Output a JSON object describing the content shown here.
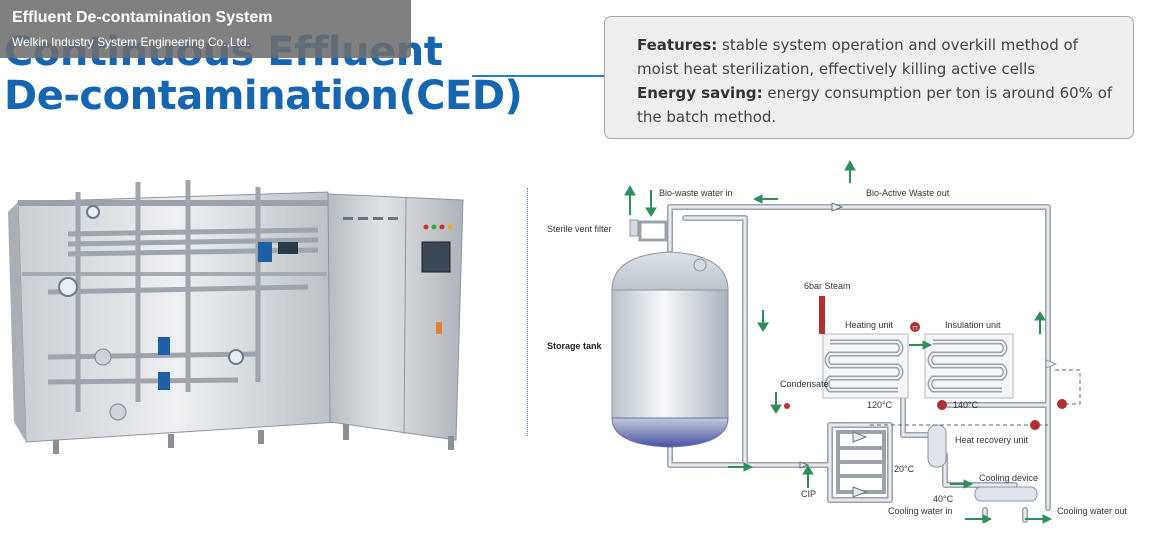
{
  "header": {
    "title_line1": "Continuous Effluent",
    "title_line2": "De-contamination(CED)"
  },
  "overlay": {
    "title": "Effluent De-contamination System",
    "subtitle": "Welkin Industry System Engineering Co.,Ltd."
  },
  "features": {
    "features_label": "Features:",
    "features_text": " stable system operation and overkill method of moist heat sterilization, effectively killing active cells",
    "energy_label": "Energy saving:",
    "energy_text": " energy consumption per ton is around 60% of the batch method."
  },
  "diagram": {
    "bio_waste_in": "Bio-waste water in",
    "bio_active_out": "Bio-Active Waste out",
    "sterile_vent_filter": "Sterile vent filter",
    "storage_tank": "Storage tank",
    "steam": "6bar Steam",
    "heating_unit": "Heating unit",
    "insulation_unit": "Insulation unit",
    "condensate": "Condensate",
    "t120": "120°C",
    "t140": "140°C",
    "heat_recovery_unit": "Heat recovery unit",
    "t20": "20°C",
    "cooling_device": "Cooling device",
    "t40": "40°C",
    "cip": "CIP",
    "cooling_water_in": "Cooling water in",
    "cooling_water_out": "Cooling water out",
    "tt_label": "TT"
  },
  "colors": {
    "title_blue": "#1565b0",
    "arrow_green": "#2f8f5a",
    "steam_red": "#b03030",
    "pipe_gray": "#b8bec6"
  }
}
